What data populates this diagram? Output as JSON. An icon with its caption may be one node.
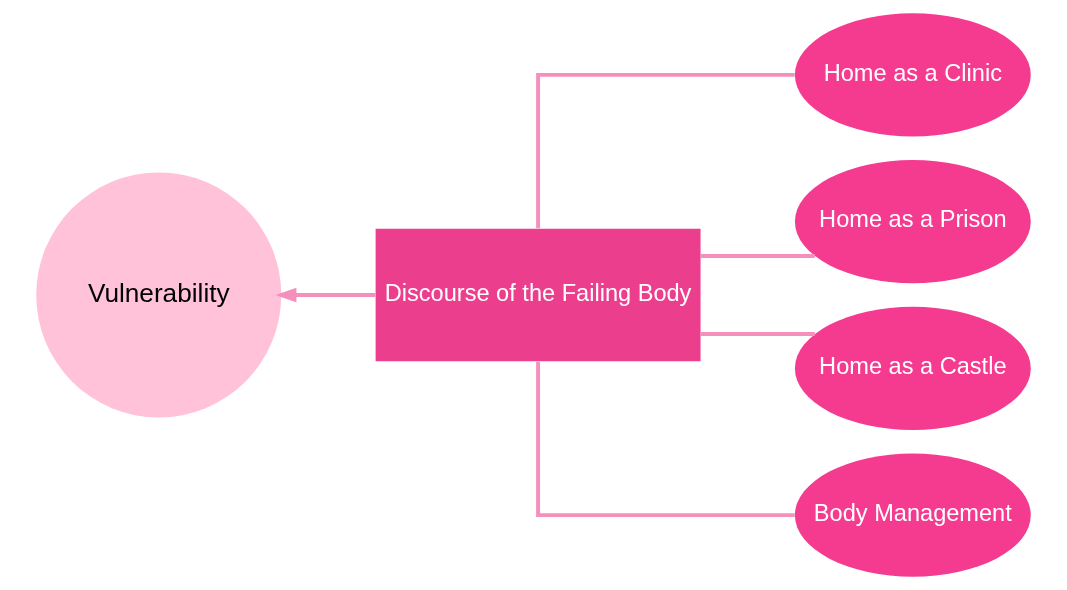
{
  "diagram": {
    "nodes": [
      {
        "text": [
          "Vulnerability"
        ]
      },
      {
        "text": [
          "Discourse of the Failing Body"
        ]
      },
      {
        "text": [
          "Home as a Clinic"
        ]
      },
      {
        "text": [
          "Home as a Prison"
        ]
      },
      {
        "text": [
          "Home as a Castle"
        ]
      },
      {
        "text": [
          "Body Management"
        ]
      }
    ],
    "edges": [
      {
        "from": 1,
        "to": 0,
        "arrow": "to"
      },
      {
        "from": 2,
        "to": 1,
        "arrow": "none"
      },
      {
        "from": 3,
        "to": 1,
        "arrow": "none"
      },
      {
        "from": 4,
        "to": 1,
        "arrow": "none"
      },
      {
        "from": 5,
        "to": 1,
        "arrow": "none"
      }
    ]
  }
}
